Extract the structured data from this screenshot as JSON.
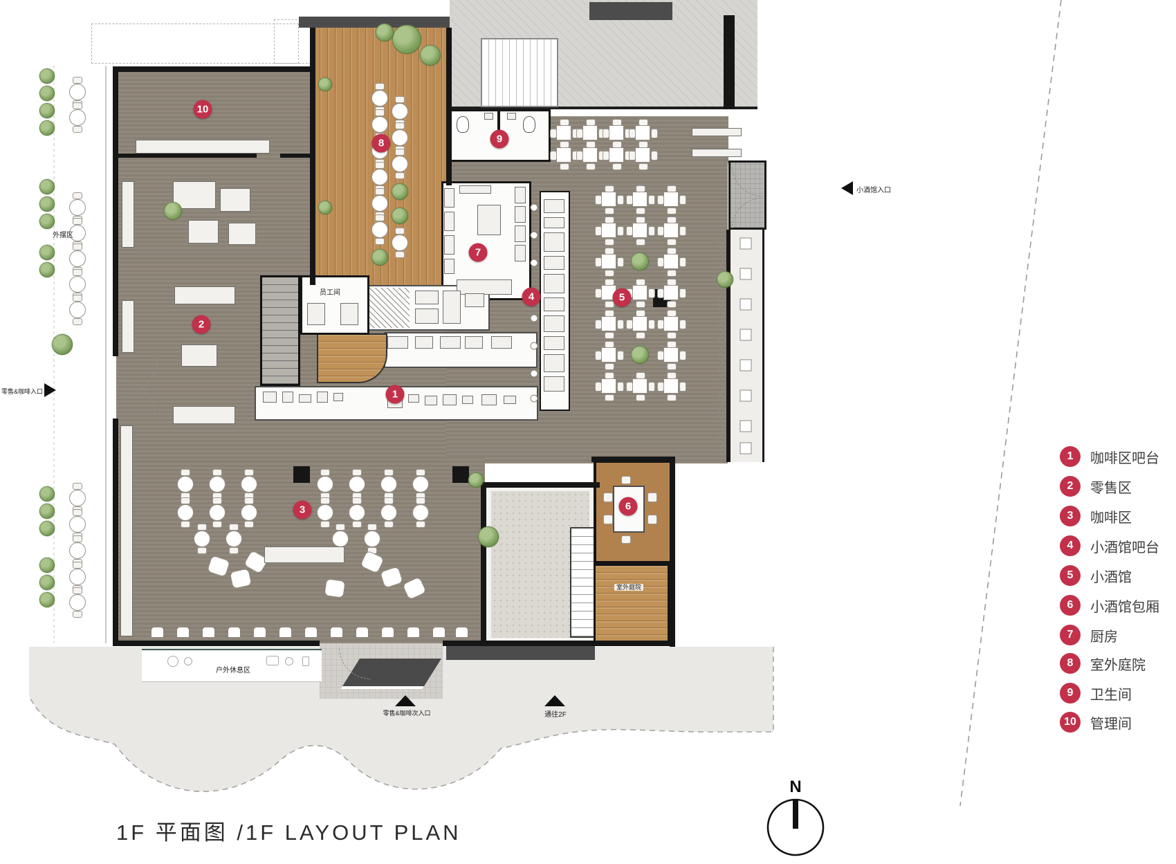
{
  "title": "1F 平面图 /1F LAYOUT PLAN",
  "compass": {
    "north_label": "N"
  },
  "legend": {
    "items": [
      {
        "num": "1",
        "label": "咖啡区吧台"
      },
      {
        "num": "2",
        "label": "零售区"
      },
      {
        "num": "3",
        "label": "咖啡区"
      },
      {
        "num": "4",
        "label": "小酒馆吧台"
      },
      {
        "num": "5",
        "label": "小酒馆"
      },
      {
        "num": "6",
        "label": "小酒馆包厢"
      },
      {
        "num": "7",
        "label": "厨房"
      },
      {
        "num": "8",
        "label": "室外庭院"
      },
      {
        "num": "9",
        "label": "卫生间"
      },
      {
        "num": "10",
        "label": "管理间"
      }
    ]
  },
  "plan": {
    "markers": [
      "1",
      "2",
      "3",
      "4",
      "5",
      "6",
      "7",
      "8",
      "9",
      "10"
    ],
    "labels": {
      "outdoor_seating_area": "外摆区",
      "retail_coffee_entrance": "零售&咖啡入口",
      "bistro_entrance": "小酒馆入口",
      "outdoor_rest_area": "户外休息区",
      "retail_coffee_secondary_entrance": "零售&咖啡次入口",
      "to_second_floor": "通往2F",
      "staff_room": "员工间",
      "outdoor_courtyard": "室外庭院"
    }
  },
  "colors": {
    "accent": "#c2304a",
    "wood": "#bd8d55",
    "floor": "#8d8478",
    "wall": "#161616"
  }
}
